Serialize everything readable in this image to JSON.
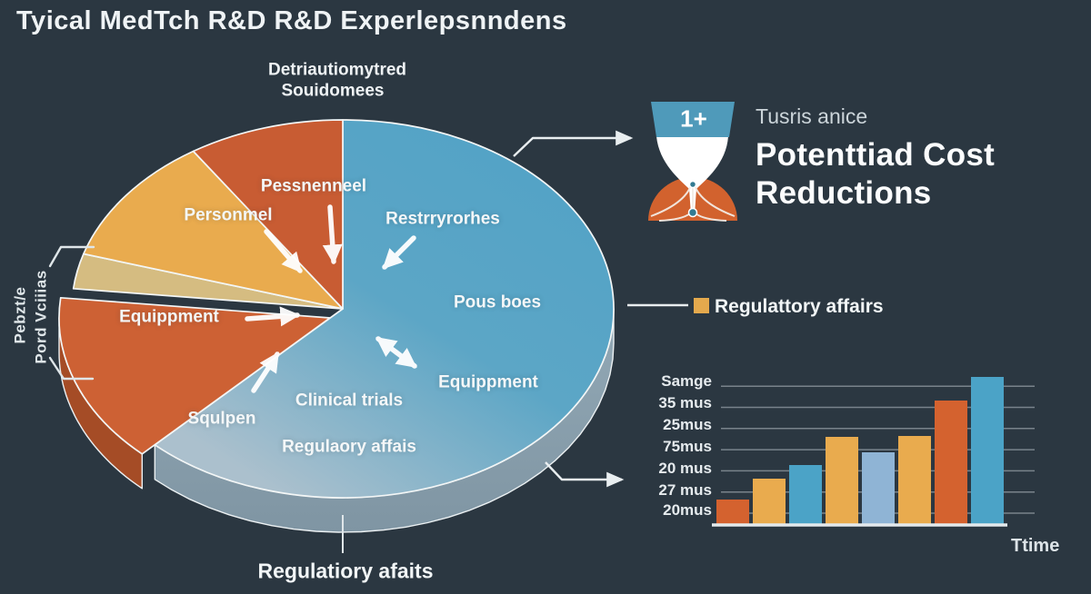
{
  "title": "Tyical MedTch R&D R&D Experlepsnndens",
  "pie": {
    "subtitle_line1": "Detriautiomytred",
    "subtitle_line2": "Souidomees",
    "side_label_line1": "Pebzt/e",
    "side_label_line2": "Pord Vciiias"
  },
  "right_panel": {
    "eyebrow": "Tusris anice",
    "title_line1": "Potenttiad Cost",
    "title_line2": "Reductions",
    "hourglass_badge": "1+"
  },
  "legend": {
    "label": "Regulattory affairs",
    "swatch_color": "#e4a94d"
  },
  "colors": {
    "background": "#2b3741",
    "blue": "#55a3c5",
    "light_blue": "#8fb4d5",
    "orange": "#cd6134",
    "yellow": "#e9ab4e",
    "tan": "#d5bc81",
    "rim_gray": "#8ba1af",
    "rim_orange": "#a54c26"
  },
  "chart_data": [
    {
      "type": "pie",
      "title": "Tyical MedTch R&D R&D Experlepsnndens",
      "slices": [
        {
          "label": "Restrryrorhes / Pous boes",
          "pct": 62.2,
          "color": "#55a3c5",
          "gradient_to": "#abc0cd",
          "rim": "#8ba1af"
        },
        {
          "label": "Equippment",
          "pct": 14.5,
          "color": "#cd6134",
          "rim": "#a54c26",
          "exploded": true
        },
        {
          "label": "Squlpen",
          "pct": 3.0,
          "color": "#d5bc81"
        },
        {
          "label": "Personmel",
          "pct": 11.0,
          "color": "#e9ab4e"
        },
        {
          "label": "Pessnenneel",
          "pct": 9.3,
          "color": "#c85c33"
        }
      ],
      "annotations": [
        "Pessnenneel",
        "Personmel",
        "Equippment",
        "Restrryrorhes",
        "Pous boes",
        "Equippment",
        "Clinical trials",
        "Squlpen",
        "Regulaory affais",
        "Regulatiory afaits"
      ]
    },
    {
      "type": "bar",
      "x_label": "Ttime",
      "y_tick_labels": [
        "Samge",
        "35 mus",
        "25mus",
        "75mus",
        "20 mus",
        "27 mus",
        "20mus"
      ],
      "values": [
        28,
        51,
        66,
        97,
        80,
        98,
        137,
        163
      ],
      "colors": [
        "#d4622f",
        "#e9ab4e",
        "#4ba3c7",
        "#e9ab4e",
        "#8fb4d5",
        "#e9ab4e",
        "#d4622f",
        "#4ba3c7"
      ],
      "grid": true,
      "legend_position": "none"
    }
  ]
}
